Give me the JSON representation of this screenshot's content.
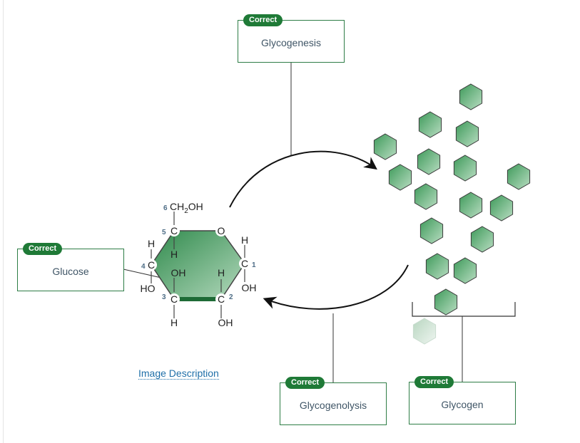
{
  "labels": {
    "glycogenesis": {
      "text": "Glycogenesis",
      "status": "Correct"
    },
    "glucose": {
      "text": "Glucose",
      "status": "Correct"
    },
    "glycogenolysis": {
      "text": "Glycogenolysis",
      "status": "Correct"
    },
    "glycogen": {
      "text": "Glycogen",
      "status": "Correct"
    }
  },
  "image_description_link": "Image Description",
  "molecule": {
    "ch2oh_prefix": "CH",
    "ch2oh_sub": "2",
    "ch2oh_suffix": "OH",
    "ring_oxygen": "O",
    "carbon": "C",
    "hydrogen": "H",
    "hydroxyl_left": "HO",
    "hydroxyl": "OH",
    "numbers": [
      "1",
      "2",
      "3",
      "4",
      "5",
      "6"
    ]
  },
  "colors": {
    "badge": "#1f7a37",
    "box_border": "#2e7d46",
    "ring_fill_dark": "#2f8a4c",
    "ring_fill_light": "#a9d2b2",
    "link": "#1f6fa8"
  }
}
